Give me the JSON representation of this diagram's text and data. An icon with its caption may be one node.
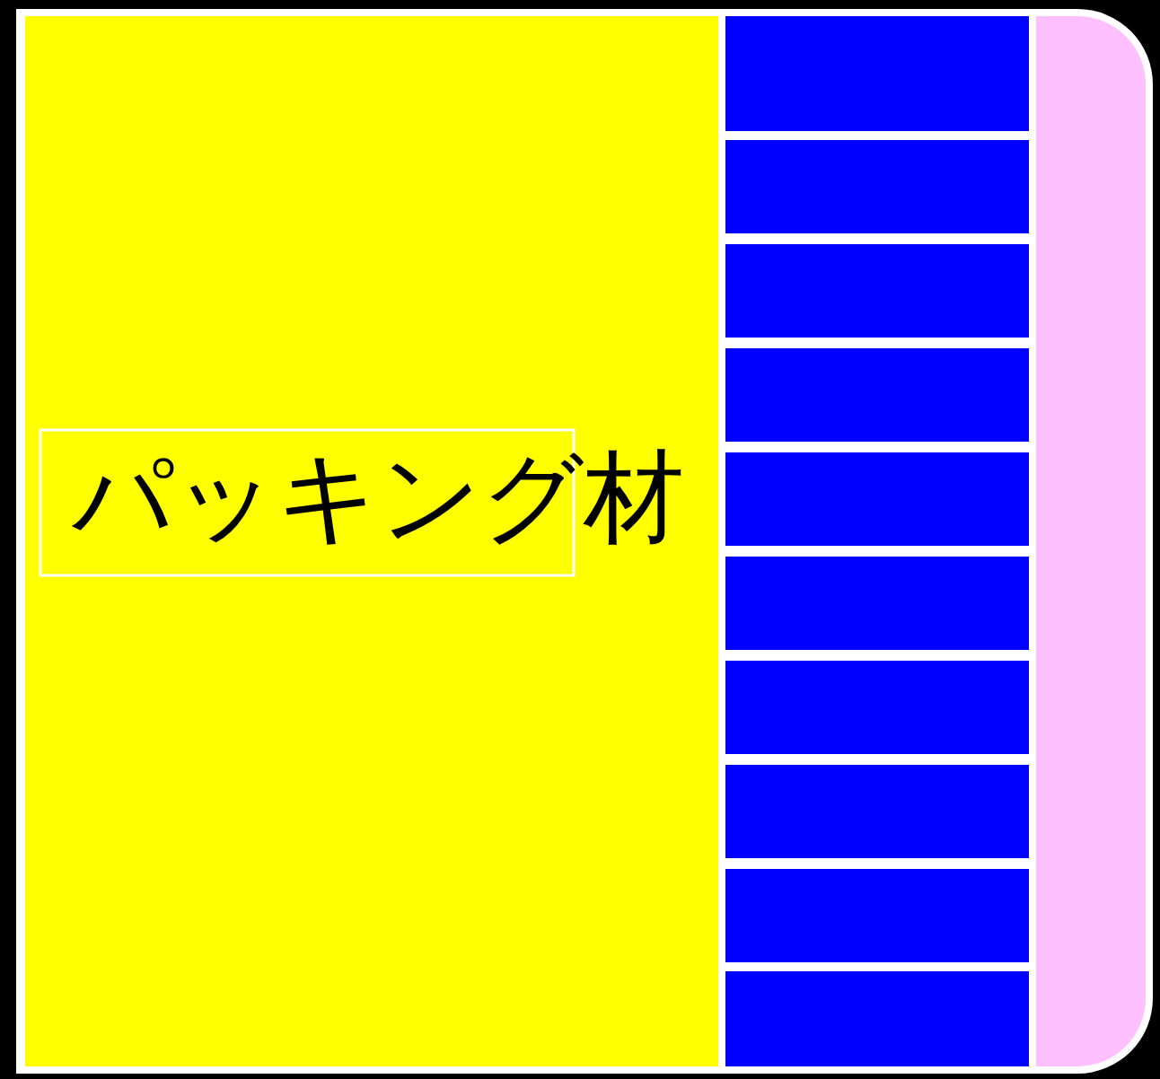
{
  "diagram": {
    "nodes": [
      {
        "text": [
          "パッキング材"
        ]
      },
      {
        "text": [],
        "shape": "box"
      },
      {
        "text": [],
        "shape": "box"
      },
      {
        "text": [],
        "shape": "box"
      },
      {
        "text": [],
        "shape": "box"
      },
      {
        "text": [],
        "shape": "box"
      },
      {
        "text": [],
        "shape": "box"
      },
      {
        "text": [],
        "shape": "box"
      },
      {
        "text": [],
        "shape": "box"
      },
      {
        "text": [],
        "shape": "box"
      },
      {
        "text": [],
        "shape": "box"
      },
      {
        "text": [],
        "shape": "box"
      }
    ]
  }
}
